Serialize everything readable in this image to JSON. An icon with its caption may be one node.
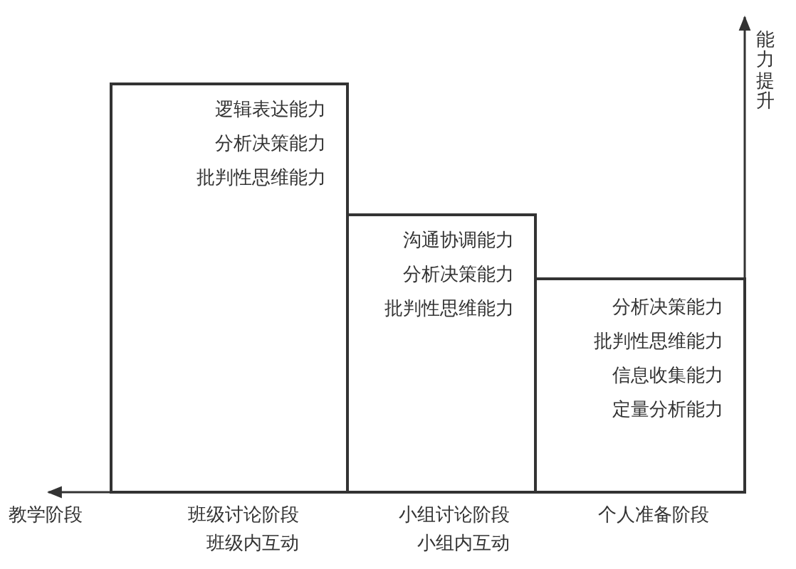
{
  "diagram": {
    "nodes": [
      {
        "text": [
          "逻辑表达能力",
          "分析决策能力",
          "批判性思维能力"
        ],
        "beside": [
          "班级讨论阶段",
          "班级内互动"
        ]
      },
      {
        "text": [
          "沟通协调能力",
          "分析决策能力",
          "批判性思维能力"
        ],
        "beside": [
          "小组讨论阶段",
          "小组内互动"
        ]
      },
      {
        "text": [
          "分析决策能力",
          "批判性思维能力",
          "信息收集能力",
          "定量分析能力"
        ],
        "beside": [
          "个人准备阶段"
        ]
      }
    ],
    "labels": [
      "能力提升",
      "教学阶段"
    ]
  }
}
